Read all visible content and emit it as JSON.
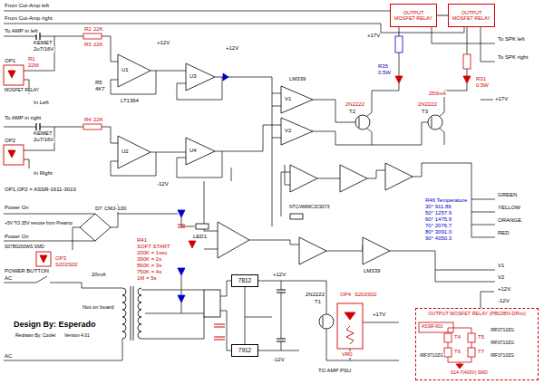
{
  "diagram": {
    "nodes": [
      {
        "text": [
          "OUTPUT MOSFET RELAY"
        ]
      },
      {
        "text": [
          "OUTPUT MOSFET RELAY"
        ]
      },
      {
        "text": [
          "7812"
        ]
      },
      {
        "text": [
          "7912"
        ]
      },
      {
        "text": [
          "OUTPUT MOSFET RELAY (PB02BN-DRxx)"
        ]
      }
    ],
    "edges": [
      {
        "from": 0,
        "to": 1,
        "arrow": "none"
      }
    ],
    "labels": [
      "From Cut-Amp left",
      "From Cut-Amp right",
      "To AMP in left",
      "KEMET",
      "2u7/16V",
      "R2",
      "22K",
      "R1",
      "22M",
      "OP1",
      "MOSFET RELAY",
      "In Left",
      "R3",
      "22K",
      "R5",
      "4K7",
      "U1",
      "LT1364",
      "U3",
      "+12V",
      "+12V",
      "LM339",
      "V1",
      "V2",
      "To AMP in right",
      "KEMET",
      "2u7/16V",
      "R4",
      "22K",
      "OP2",
      "In Right",
      "U2",
      "U4",
      "-12V",
      "OP1,OP2 = ASSR-1611-3010",
      "Power On",
      "+5V TO 35V remote from Preamp",
      "Power On",
      "S07B0200WS SMD",
      "D7",
      "CMJ-100",
      "OP3",
      "S202S02",
      "POWER BUTTON",
      "AC",
      "AC",
      "20mA",
      "Design By: Esperado",
      "Redrawn By: Coolet",
      "Version 4.01",
      "Not on board",
      "R41",
      "SOFT START",
      "200K = 1sec",
      "390K = 2s",
      "560K = 3s",
      "750K = 4s",
      "1M = 5s",
      "LED1",
      "NTC/AMMC3C9373",
      "R46 Temperature",
      "30° 911.89",
      "50° 1257.9",
      "60° 1475.9",
      "70° 2076.7",
      "80° 3091.0",
      "90° 4350.3",
      "LM339",
      "GREEN",
      "YELLOW",
      "ORANGE",
      "RED",
      "V1",
      "V2",
      "+12V",
      "-12V",
      "To SPK left",
      "To SPK right",
      "250mA",
      "2N2222",
      "T2",
      "2N2222",
      "T3",
      "+17V",
      "+17V",
      "+12V",
      "-12V",
      "T1",
      "2N2222",
      "OP4",
      "S202S02",
      "VR0",
      "TO AMP PSU",
      "+17V",
      "R35",
      "0.5W",
      "R31",
      "0.5W",
      "IRF3710ZG",
      "IRF3710ZG",
      "IRF3710ZG",
      "IRF3710ZG",
      "T4",
      "T5",
      "T6",
      "T7",
      "S14-7(400V) SMD",
      "ASSR-601"
    ]
  }
}
